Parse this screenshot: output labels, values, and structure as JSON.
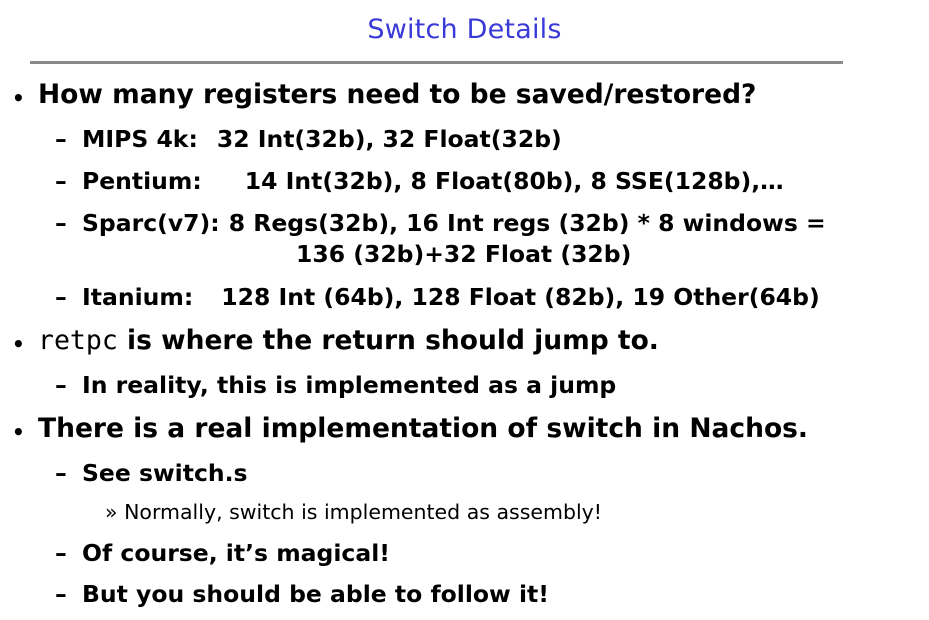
{
  "slide": {
    "title": "Switch Details",
    "bullets": [
      {
        "text": "How many registers need to be saved/restored?",
        "subitems": [
          {
            "label": "MIPS 4k:",
            "value": "32 Int(32b), 32 Float(32b)"
          },
          {
            "label": "Pentium:",
            "value": "14 Int(32b), 8 Float(80b), 8 SSE(128b),…"
          },
          {
            "label": "Sparc(v7):",
            "value": "8 Regs(32b), 16 Int regs (32b) * 8 windows =",
            "continuation": "136 (32b)+32 Float (32b)"
          },
          {
            "label": "Itanium:",
            "value": "128 Int (64b), 128 Float (82b), 19 Other(64b)"
          }
        ]
      },
      {
        "code": "retpc",
        "text": "is where the return should jump to.",
        "subitems": [
          {
            "text": "In reality, this is implemented as a jump"
          }
        ]
      },
      {
        "text": "There is a real implementation of switch in Nachos.",
        "subitems": [
          {
            "text": "See switch.s",
            "subsubitems": [
              "Normally, switch is implemented as assembly!"
            ]
          },
          {
            "text": "Of course, it’s magical!"
          },
          {
            "text": "But you should be able to follow it!"
          }
        ]
      }
    ]
  },
  "symbols": {
    "bullet": "•",
    "dash": "–",
    "subbullet": "»"
  }
}
